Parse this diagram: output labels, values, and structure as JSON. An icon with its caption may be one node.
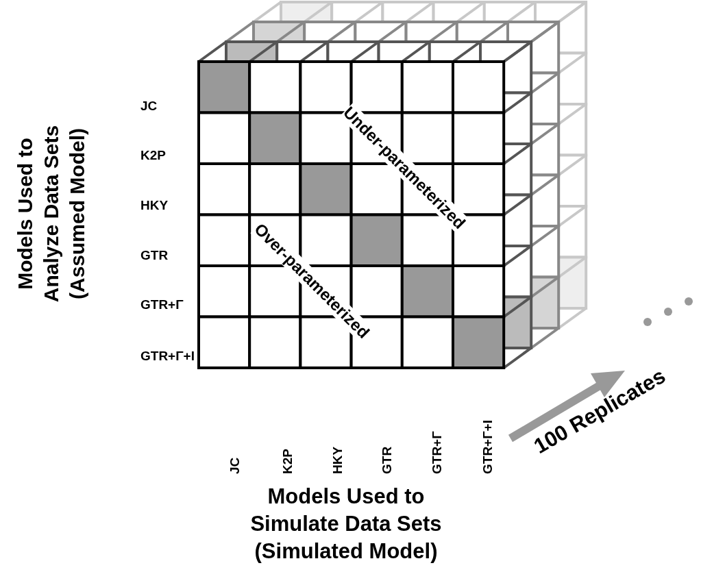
{
  "diagram": {
    "labels": [
      "Models Used to Analyze Data Sets (Assumed Model)",
      "JC",
      "K2P",
      "HKY",
      "GTR",
      "GTR+Γ",
      "GTR+Γ+I",
      "Under-parameterized",
      "Over-parameterized",
      "100 Replicates",
      "JC",
      "K2P",
      "HKY",
      "GTR",
      "GTR+Γ",
      "GTR+Γ+I",
      "Models Used to Simulate Data Sets (Simulated Model)"
    ]
  }
}
